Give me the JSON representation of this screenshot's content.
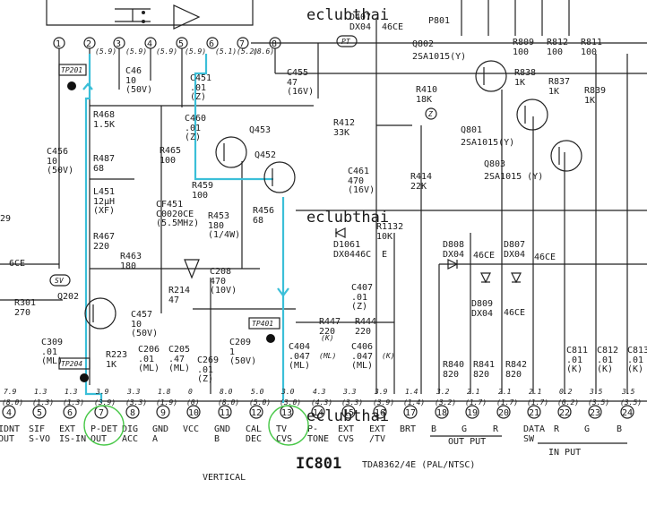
{
  "watermarks": [
    "eclubthai",
    "eclubthai",
    "eclubthai"
  ],
  "ic": {
    "name": "IC801",
    "part": "TDA8362/4E  (PAL/NTSC)",
    "caption": "VERTICAL"
  },
  "testpoints": [
    "TP201",
    "TP204",
    "TP401"
  ],
  "flags": [
    "SV",
    "PT",
    "Z"
  ],
  "top_pins": [
    "1",
    "2",
    "3",
    "4",
    "5",
    "6",
    "7",
    "8"
  ],
  "top_voltages": [
    "(5.9)",
    "(5.9)",
    "(5.9)",
    "(5.9)",
    "(5.1)",
    "(5.2)",
    "(8.6)"
  ],
  "pins": [
    {
      "n": "4",
      "name": "IDNT\nOUT",
      "v": "7.9",
      "vp": "(8.0)"
    },
    {
      "n": "5",
      "name": "SIF\nS-VO",
      "v": "1.3",
      "vp": "(1.3)"
    },
    {
      "n": "6",
      "name": "EXT\nIS-IN",
      "v": "1.3",
      "vp": "(1.3)"
    },
    {
      "n": "7",
      "name": "P-DET\nOUT",
      "v": "3.9",
      "vp": "(3.9)"
    },
    {
      "n": "8",
      "name": "DIG\nACC",
      "v": "3.3",
      "vp": "(3.3)"
    },
    {
      "n": "9",
      "name": "GND\nA",
      "v": "1.8",
      "vp": "(1.9)"
    },
    {
      "n": "10",
      "name": "VCC",
      "v": "0",
      "vp": "(0)"
    },
    {
      "n": "11",
      "name": "GND\nB",
      "v": "8.0",
      "vp": "(8.0)"
    },
    {
      "n": "12",
      "name": "CAL\nDEC",
      "v": "5.0",
      "vp": "(5.0)"
    },
    {
      "n": "13",
      "name": "TV\nCVS",
      "v": "3.0",
      "vp": "(3.0)"
    },
    {
      "n": "14",
      "name": "P-\nTONE",
      "v": "4.3",
      "vp": "(4.3)"
    },
    {
      "n": "15",
      "name": "EXT\nCVS",
      "v": "3.3",
      "vp": "(3.3)"
    },
    {
      "n": "16",
      "name": "EXT\n/TV",
      "v": "3.9",
      "vp": "(3.9)"
    },
    {
      "n": "17",
      "name": "BRT",
      "v": "1.4",
      "vp": "(1.4)"
    },
    {
      "n": "18",
      "name": "B",
      "v": "3.2",
      "vp": "(3.2)"
    },
    {
      "n": "19",
      "name": "G",
      "v": "2.1",
      "vp": "(1.7)"
    },
    {
      "n": "20",
      "name": "R",
      "v": "2.1",
      "vp": "(1.7)"
    },
    {
      "n": "21",
      "name": "DATA\nSW",
      "v": "2.1",
      "vp": "(1.7)"
    },
    {
      "n": "22",
      "name": "R",
      "v": "0.2",
      "vp": "(0.2)"
    },
    {
      "n": "23",
      "name": "G",
      "v": "3.5",
      "vp": "(3.5)"
    },
    {
      "n": "24",
      "name": "B",
      "v": "3.5",
      "vp": "(3.5)"
    }
  ],
  "group_labels": [
    "OUT PUT",
    "IN PUT"
  ],
  "transistors": [
    {
      "ref": "Q202"
    },
    {
      "ref": "Q453"
    },
    {
      "ref": "Q452"
    },
    {
      "ref": "Q802",
      "part": "2SA1015(Y)"
    },
    {
      "ref": "Q801",
      "part": "2SA1015(Y)"
    },
    {
      "ref": "Q803",
      "part": "2SA1015 (Y)"
    }
  ],
  "components": [
    {
      "ref": "R468",
      "val": "1.5K"
    },
    {
      "ref": "R487",
      "val": "68"
    },
    {
      "ref": "L451",
      "val": "12μH\n(XF)"
    },
    {
      "ref": "R467",
      "val": "220"
    },
    {
      "ref": "R463",
      "val": "180"
    },
    {
      "ref": "C456",
      "val": "10\n(50V)"
    },
    {
      "ref": "C46",
      "val": "10\n(50V)"
    },
    {
      "ref": "C451",
      "val": ".01\n(Z)"
    },
    {
      "ref": "C460",
      "val": ".01\n(Z)"
    },
    {
      "ref": "R465",
      "val": "100"
    },
    {
      "ref": "R459",
      "val": "100"
    },
    {
      "ref": "CF451",
      "val": "C0020CE\n(5.5MHz)"
    },
    {
      "ref": "R453",
      "val": "180\n(1/4W)"
    },
    {
      "ref": "R456",
      "val": "68"
    },
    {
      "ref": "C455",
      "val": "47\n(16V)"
    },
    {
      "ref": "R412",
      "val": "33K"
    },
    {
      "ref": "C461",
      "val": "470\n(16V)"
    },
    {
      "ref": "R1132",
      "val": "10K"
    },
    {
      "ref": "D1061",
      "val": "DX0446C"
    },
    {
      "ref": "R214",
      "val": "47"
    },
    {
      "ref": "C208",
      "val": "470\n(10V)"
    },
    {
      "ref": "C457",
      "val": "10\n(50V)"
    },
    {
      "ref": "C407",
      "val": ".01\n(Z)"
    },
    {
      "ref": "R447",
      "val": "220"
    },
    {
      "ref": "R444",
      "val": "220"
    },
    {
      "ref": "C404",
      "val": ".047\n(ML)"
    },
    {
      "ref": "C406",
      "val": ".047\n(ML)"
    },
    {
      "ref": "R301",
      "val": "270"
    },
    {
      "ref": "C309",
      "val": ".01\n(ML)"
    },
    {
      "ref": "R223",
      "val": "1K"
    },
    {
      "ref": "C206",
      "val": ".01\n(ML)"
    },
    {
      "ref": "C205",
      "val": ".47\n(ML)"
    },
    {
      "ref": "C269",
      "val": ".01\n(Z)"
    },
    {
      "ref": "C209",
      "val": "1\n(50V)"
    },
    {
      "ref": "R410",
      "val": "18K"
    },
    {
      "ref": "R414",
      "val": "22K"
    },
    {
      "ref": "R809",
      "val": "100"
    },
    {
      "ref": "R812",
      "val": "100"
    },
    {
      "ref": "R811",
      "val": "100"
    },
    {
      "ref": "R838",
      "val": "1K"
    },
    {
      "ref": "R837",
      "val": "1K"
    },
    {
      "ref": "R839",
      "val": "1K"
    },
    {
      "ref": "D407",
      "val": "DX04"
    },
    {
      "ref": "D808",
      "val": "DX04"
    },
    {
      "ref": "D807",
      "val": "DX04"
    },
    {
      "ref": "D809",
      "val": "DX04"
    },
    {
      "ref": "R840",
      "val": "820"
    },
    {
      "ref": "R841",
      "val": "820"
    },
    {
      "ref": "R842",
      "val": "820"
    },
    {
      "ref": "C811",
      "val": ".01\n(K)"
    },
    {
      "ref": "C812",
      "val": ".01\n(K)"
    },
    {
      "ref": "C813",
      "val": ".01\n(K)"
    },
    {
      "ref": "P801",
      "val": ""
    }
  ],
  "misc_text": [
    "46CE",
    "46CE",
    "46CE",
    "46CE",
    "6CE",
    "E",
    "29",
    "(ML)",
    "(K)",
    "(K)"
  ]
}
